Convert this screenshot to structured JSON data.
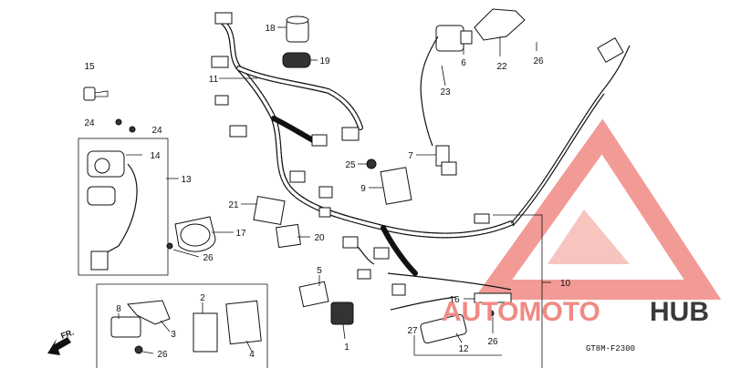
{
  "callouts": [
    {
      "id": "c1",
      "text": "1"
    },
    {
      "id": "c2",
      "text": "2"
    },
    {
      "id": "c3",
      "text": "3"
    },
    {
      "id": "c4",
      "text": "4"
    },
    {
      "id": "c5",
      "text": "5"
    },
    {
      "id": "c6",
      "text": "6"
    },
    {
      "id": "c7",
      "text": "7"
    },
    {
      "id": "c8",
      "text": "8"
    },
    {
      "id": "c9",
      "text": "9"
    },
    {
      "id": "c10",
      "text": "10"
    },
    {
      "id": "c11",
      "text": "11"
    },
    {
      "id": "c12",
      "text": "12"
    },
    {
      "id": "c13",
      "text": "13"
    },
    {
      "id": "c14",
      "text": "14"
    },
    {
      "id": "c15",
      "text": "15"
    },
    {
      "id": "c16",
      "text": "16"
    },
    {
      "id": "c17",
      "text": "17"
    },
    {
      "id": "c18",
      "text": "18"
    },
    {
      "id": "c19",
      "text": "19"
    },
    {
      "id": "c20",
      "text": "20"
    },
    {
      "id": "c21",
      "text": "21"
    },
    {
      "id": "c22",
      "text": "22"
    },
    {
      "id": "c23",
      "text": "23"
    },
    {
      "id": "c24a",
      "text": "24"
    },
    {
      "id": "c24b",
      "text": "24"
    },
    {
      "id": "c25",
      "text": "25"
    },
    {
      "id": "c26a",
      "text": "26"
    },
    {
      "id": "c26b",
      "text": "26"
    },
    {
      "id": "c26c",
      "text": "26"
    },
    {
      "id": "c26d",
      "text": "26"
    },
    {
      "id": "c27",
      "text": "27"
    }
  ],
  "direction_label": "FR.",
  "diagram_code": "GT8M-F2300",
  "watermark": {
    "text_red": "AUTOMOTO",
    "text_dark": "HUB",
    "color_red": "#f08a84",
    "color_dark": "#3a3a3a"
  }
}
